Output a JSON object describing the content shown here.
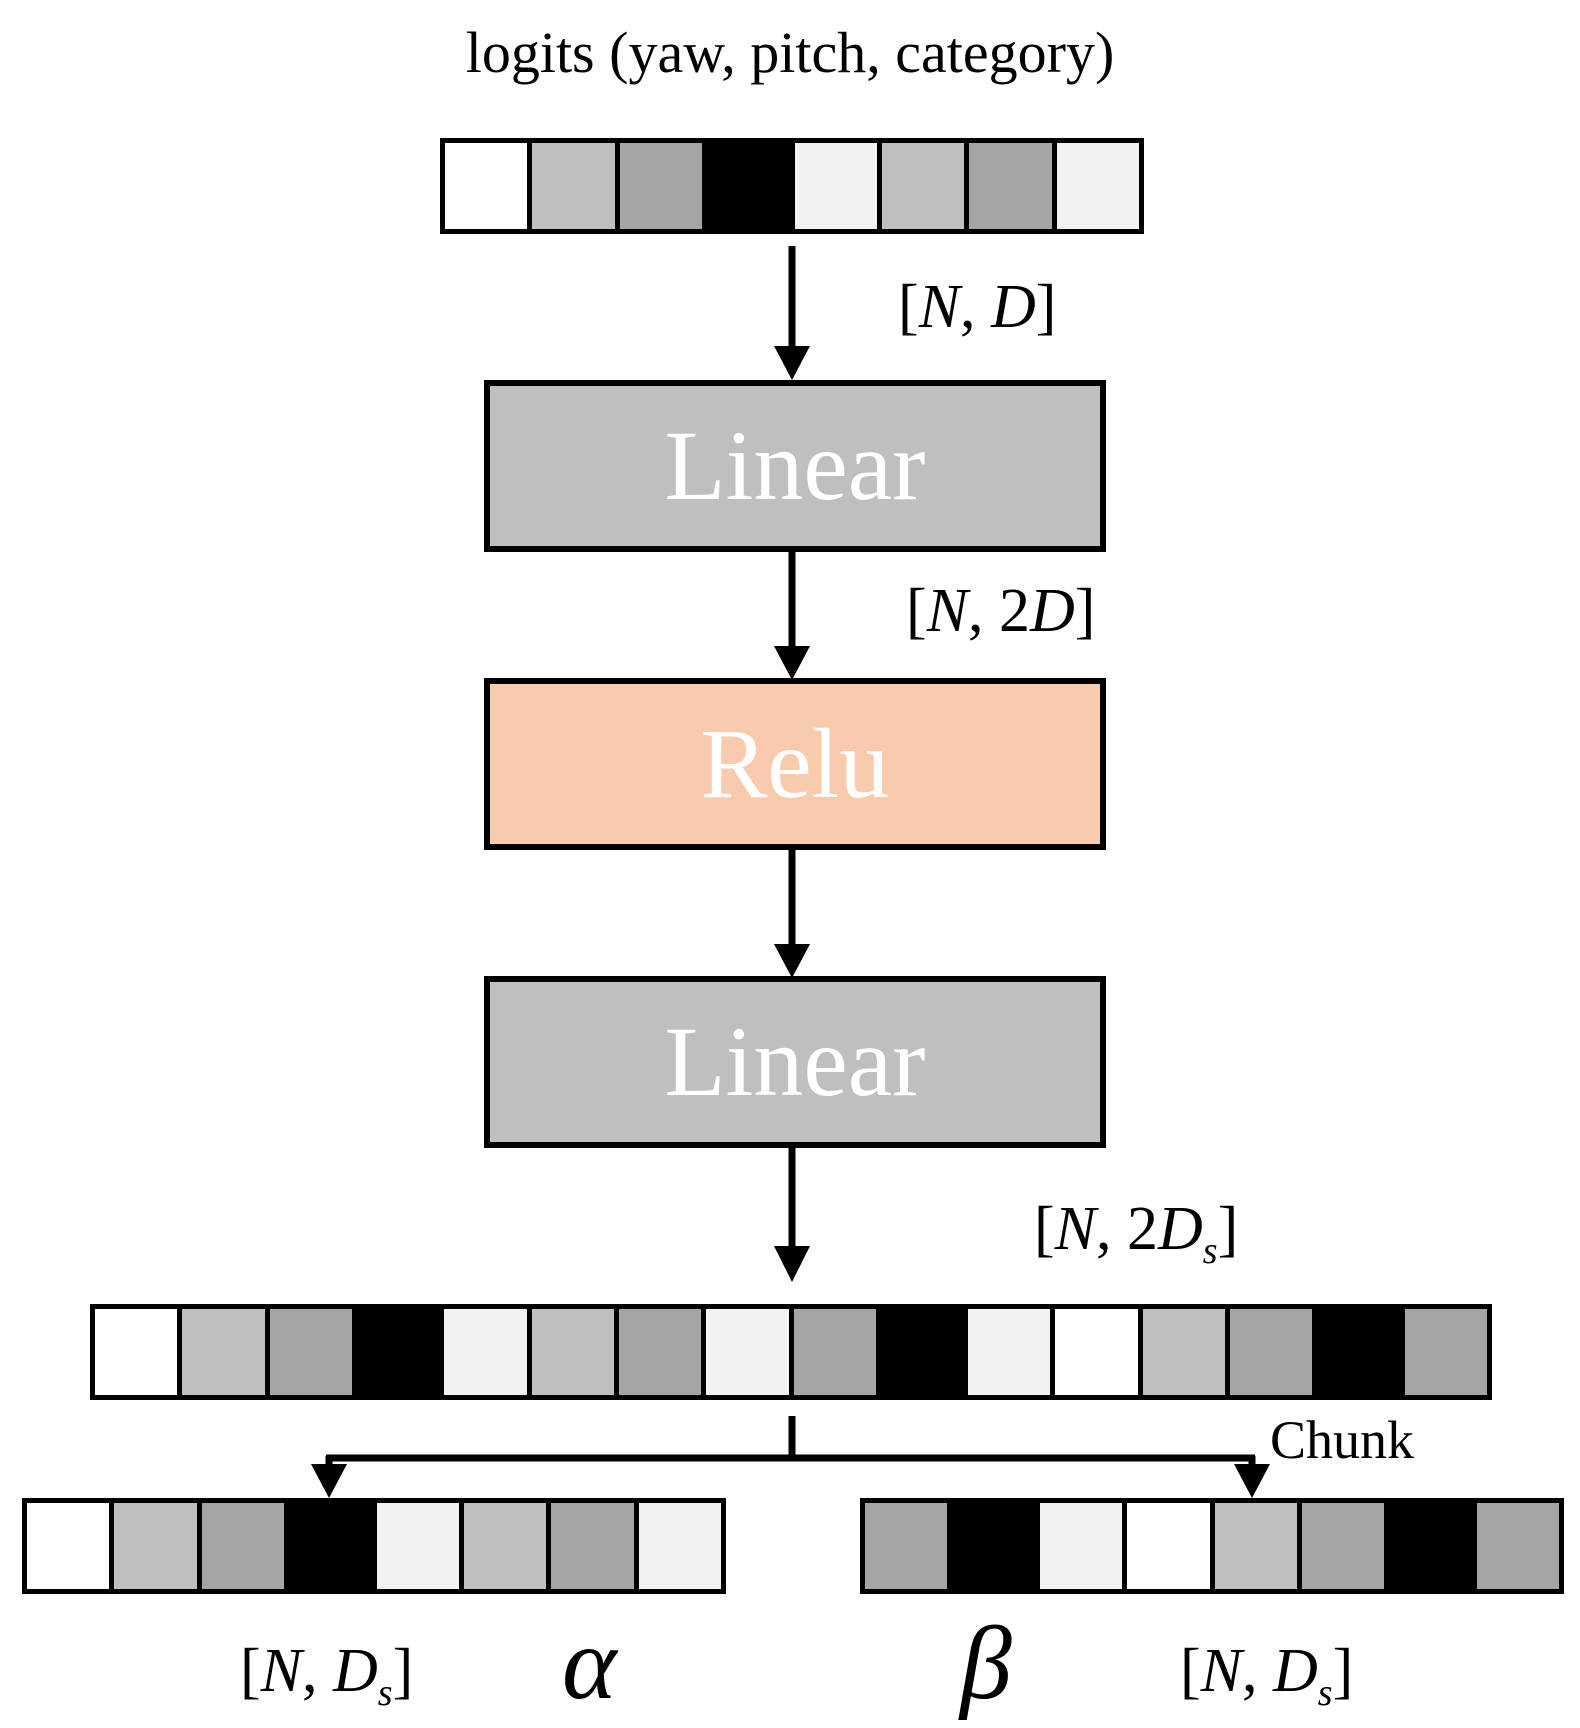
{
  "title": "logits (yaw, pitch, category)",
  "blocks": {
    "linear1": "Linear",
    "relu": "Relu",
    "linear2": "Linear"
  },
  "dims": {
    "d1": {
      "open": "[",
      "n": "N",
      "sep": ", ",
      "pre": "",
      "d": "D",
      "sub": "",
      "close": "]"
    },
    "d2": {
      "open": "[",
      "n": "N",
      "sep": ", ",
      "pre": "2",
      "d": "D",
      "sub": "",
      "close": "]"
    },
    "d3": {
      "open": "[",
      "n": "N",
      "sep": ", ",
      "pre": "2",
      "d": "D",
      "sub": "s",
      "close": "]"
    },
    "d4": {
      "open": "[",
      "n": "N",
      "sep": ", ",
      "pre": "",
      "d": "D",
      "sub": "s",
      "close": "]"
    },
    "d5": {
      "open": "[",
      "n": "N",
      "sep": ", ",
      "pre": "",
      "d": "D",
      "sub": "s",
      "close": "]"
    }
  },
  "chunk_label": "Chunk",
  "alpha": "α",
  "beta": "β",
  "colors": {
    "white": "#ffffff",
    "light": "#f2f2f2",
    "mid": "#bfbfbf",
    "dark": "#a5a5a5",
    "black": "#000000",
    "linear_fill": "#bfbfbf",
    "relu_fill": "#f9cbad"
  },
  "vectors": {
    "top": [
      "white",
      "mid",
      "dark",
      "black",
      "light",
      "mid",
      "dark",
      "light"
    ],
    "bottom": [
      "white",
      "mid",
      "dark",
      "black",
      "light",
      "mid",
      "dark",
      "light",
      "dark",
      "black",
      "light",
      "white",
      "mid",
      "dark",
      "black",
      "dark"
    ],
    "alpha": [
      "white",
      "mid",
      "dark",
      "black",
      "light",
      "mid",
      "dark",
      "light"
    ],
    "beta": [
      "dark",
      "black",
      "light",
      "white",
      "mid",
      "dark",
      "black",
      "dark"
    ]
  }
}
